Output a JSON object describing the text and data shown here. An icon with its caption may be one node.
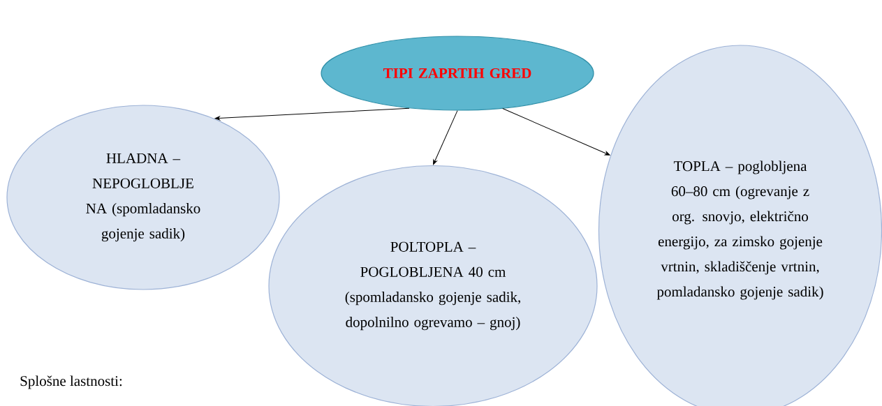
{
  "diagram": {
    "nodes": [
      {
        "text": [
          "TIPI ZAPRTIH GRED"
        ]
      },
      {
        "text": [
          "HLADNA – NEPOGLOBLJE NA (spomladansko gojenje sadik)"
        ]
      },
      {
        "text": [
          "POLTOPLA – POGLOBLJENA 40 cm (spomladansko gojenje sadik, dopolnilno ogrevamo – gnoj)"
        ]
      },
      {
        "text": [
          "TOPLA – poglobljena 60–80 cm (ogrevanje z org. snovjo, električno energijo, za zimsko gojenje vrtnin, skladiščenje vrtnin, pomladansko gojenje sadik)"
        ]
      }
    ],
    "edges": [
      {
        "from": 0,
        "to": 1,
        "arrow": "to"
      },
      {
        "from": 0,
        "to": 2,
        "arrow": "to"
      },
      {
        "from": 0,
        "to": 3,
        "arrow": "to"
      }
    ],
    "labels": [
      "Splošne lastnosti:"
    ]
  }
}
